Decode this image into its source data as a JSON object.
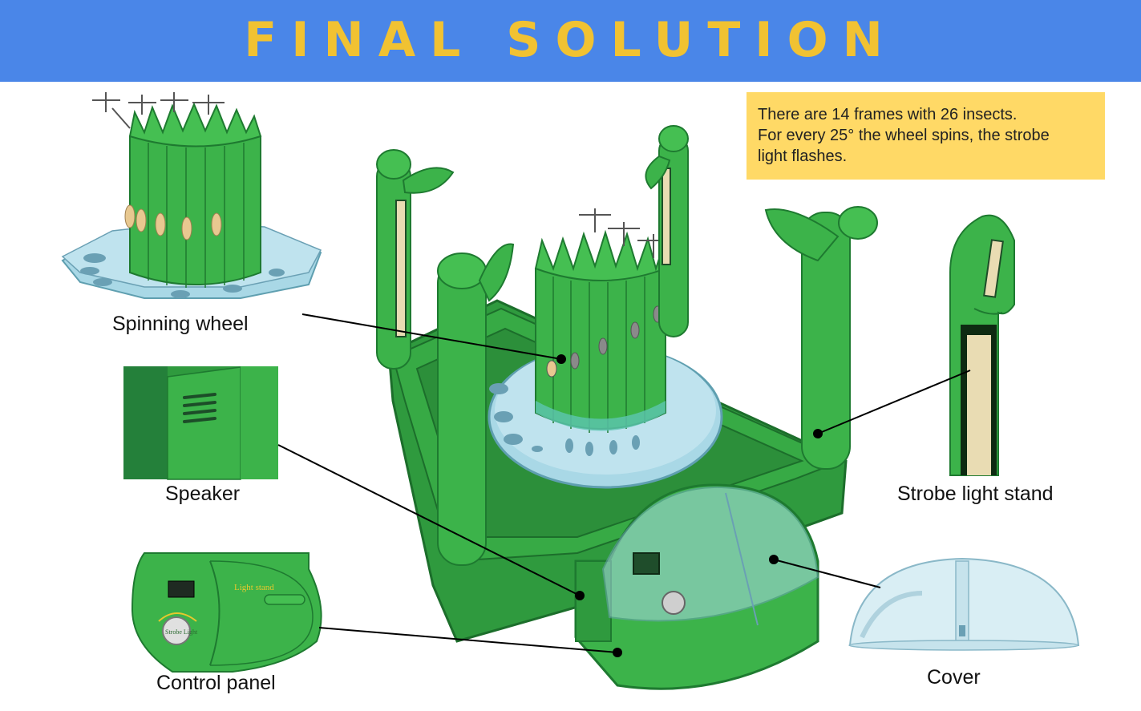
{
  "header": {
    "title": "FINAL SOLUTION"
  },
  "note": {
    "line1": "There are 14 frames with 26 insects.",
    "line2": "For every 25° the wheel spins, the strobe",
    "line3": "light flashes."
  },
  "labels": {
    "spinning_wheel": "Spinning wheel",
    "speaker": "Speaker",
    "control_panel": "Control panel",
    "strobe_light_stand": "Strobe light stand",
    "cover": "Cover"
  },
  "panel_text": {
    "light_stand": "Light stand",
    "strobe_light": "Strobe Light"
  },
  "colors": {
    "header_bg": "#4a86e8",
    "title": "#f1c232",
    "note_bg": "#ffd966",
    "green": "#3cb34a",
    "dark_green": "#1e7a30",
    "water": "#a9d8e6"
  }
}
